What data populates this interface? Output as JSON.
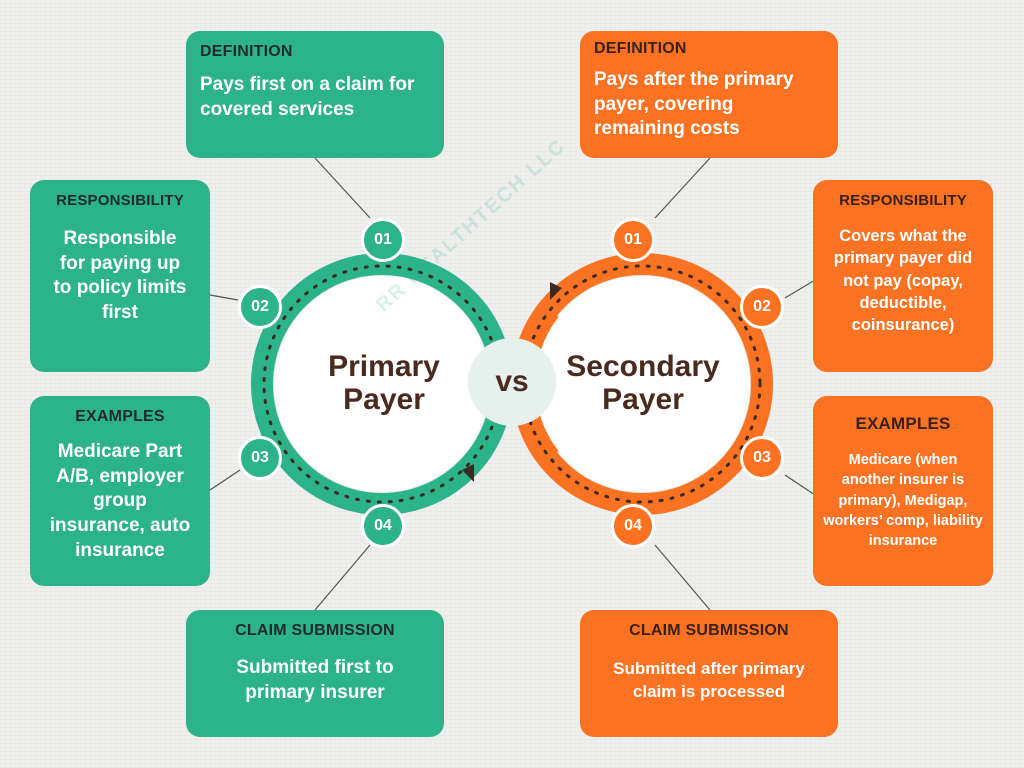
{
  "primary": {
    "title_line1": "Primary",
    "title_line2": "Payer",
    "color": "#2db38a",
    "cards": {
      "definition": {
        "heading": "DEFINITION",
        "body": "Pays first on a claim for covered services"
      },
      "responsibility": {
        "heading": "RESPONSIBILITY",
        "body": "Responsible for paying up to policy limits first"
      },
      "examples": {
        "heading": "EXAMPLES",
        "body": "Medicare Part A/B, employer group insurance, auto insurance"
      },
      "claim": {
        "heading": "CLAIM SUBMISSION",
        "body": "Submitted first to primary insurer"
      }
    }
  },
  "secondary": {
    "title_line1": "Secondary",
    "title_line2": "Payer",
    "color": "#fb7322",
    "cards": {
      "definition": {
        "heading": "DEFINITION",
        "body": "Pays after the primary payer, covering remaining costs"
      },
      "responsibility": {
        "heading": "RESPONSIBILITY",
        "body": "Covers what the primary payer did not pay (copay, deductible, coinsurance)"
      },
      "examples": {
        "heading": "EXAMPLES",
        "body": "Medicare (when another insurer is primary), Medigap, workers’ comp, liability insurance"
      },
      "claim": {
        "heading": "CLAIM SUBMISSION",
        "body": "Submitted after primary claim is processed"
      }
    }
  },
  "steps": [
    "01",
    "02",
    "03",
    "04"
  ],
  "vs": "vs",
  "watermark": "RR HEALTHTECH LLC"
}
